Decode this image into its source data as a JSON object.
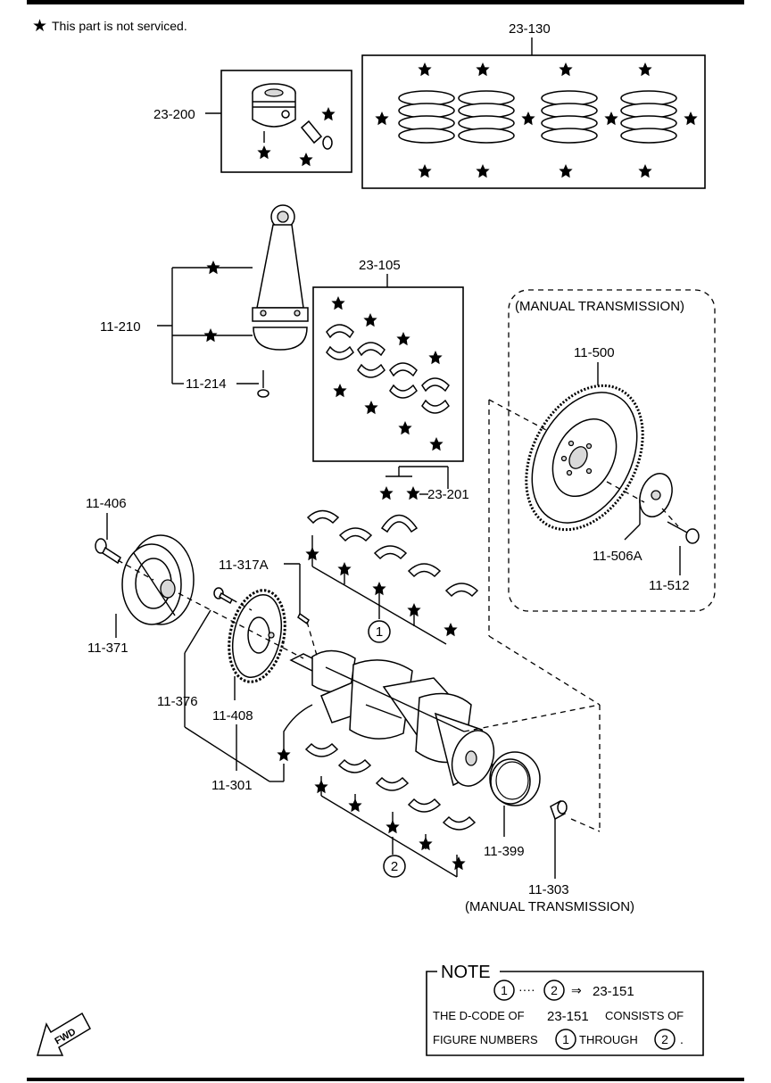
{
  "legend": {
    "star_symbol": "★",
    "text": "This part is not serviced."
  },
  "groups": {
    "piston_kit": "23-200",
    "piston_rings": "23-130",
    "con_rod_bearings": "23-105",
    "manual_transmission_box": "(MANUAL TRANSMISSION)",
    "thrust_bearings": "23-201"
  },
  "parts": {
    "connecting_rod": "11-210",
    "con_rod_bolt": "11-214",
    "flywheel": "11-500",
    "flywheel_plate": "11-506A",
    "flywheel_bolt": "11-512",
    "pulley_bolt": "11-406",
    "crank_pulley": "11-371",
    "key": "11-317A",
    "pulse_plate_bolt": "11-376",
    "pulse_plate": "11-408",
    "crankshaft": "11-301",
    "rear_oil_seal": "11-399",
    "pilot_bearing": "11-303",
    "pilot_bearing_note": "(MANUAL TRANSMISSION)"
  },
  "markers": {
    "one": "1",
    "two": "2"
  },
  "note": {
    "title": "NOTE",
    "line1_from": "1",
    "line1_dots": "····",
    "line1_to": "2",
    "line1_arrow": "⇒",
    "line1_code": "23-151",
    "line2_a": "THE D-CODE OF",
    "line2_code": "23-151",
    "line2_b": "CONSISTS OF",
    "line3_a": "FIGURE NUMBERS",
    "line3_n1": "1",
    "line3_through": "THROUGH",
    "line3_n2": "2",
    "line3_end": "."
  },
  "fwd_icon": {
    "label": "FWD"
  }
}
